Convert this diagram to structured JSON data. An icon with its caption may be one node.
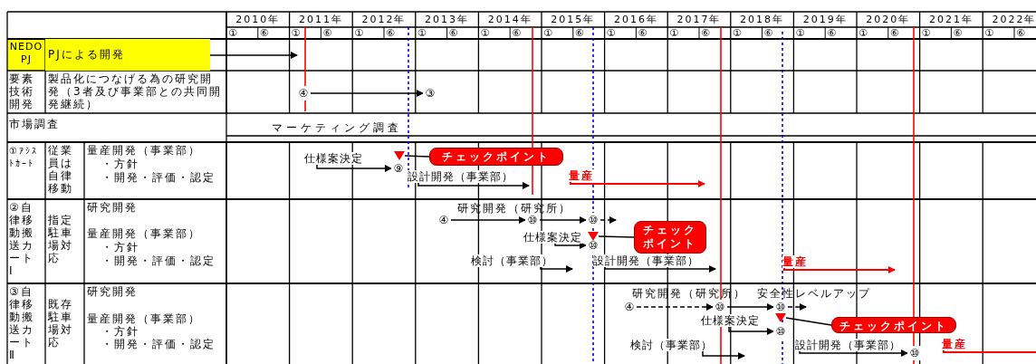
{
  "diagram": {
    "nodes": [
      {
        "text": [
          "PJによる開発"
        ]
      },
      {
        "text": [
          "④"
        ]
      },
      {
        "text": [
          "③"
        ]
      },
      {
        "text": [
          "仕様案決定"
        ]
      },
      {
        "text": [
          "⑨"
        ]
      },
      {
        "text": [],
        "shape": "triangle"
      },
      {
        "text": [
          "チェックポイント"
        ]
      },
      {
        "text": [
          "設計開発（事業部）"
        ]
      },
      {
        "text": [
          "量産"
        ]
      },
      {
        "text": [
          "④"
        ]
      },
      {
        "text": [
          "⑩"
        ]
      },
      {
        "text": [
          "⑩"
        ]
      },
      {
        "text": [
          "仕様案決定"
        ]
      },
      {
        "text": [
          "⑩"
        ]
      },
      {
        "text": [],
        "shape": "triangle"
      },
      {
        "text": [
          "チェックポイント"
        ]
      },
      {
        "text": [
          "検討（事業部）"
        ]
      },
      {
        "text": [
          "設計開発（事業部）"
        ]
      },
      {
        "text": [
          "量産"
        ]
      },
      {
        "text": [
          "④"
        ]
      },
      {
        "text": [
          "⑩"
        ]
      },
      {
        "text": [
          "⑩"
        ]
      },
      {
        "text": [
          "仕様案決定"
        ]
      },
      {
        "text": [
          "⑩"
        ]
      },
      {
        "text": [],
        "shape": "triangle"
      },
      {
        "text": [
          "チェックポイント"
        ]
      },
      {
        "text": [
          "検討（事業部）"
        ]
      },
      {
        "text": [
          "設計開発（事業部）"
        ]
      },
      {
        "text": [
          "⑩"
        ]
      },
      {
        "text": [
          "量産"
        ]
      }
    ],
    "edges": [
      {
        "from": 0,
        "to": null,
        "arrow": "to"
      },
      {
        "from": 1,
        "to": 2,
        "arrow": "to"
      },
      {
        "from": 3,
        "to": 4,
        "arrow": "to"
      },
      {
        "from": 6,
        "to": 5,
        "arrow": "none"
      },
      {
        "from": 7,
        "to": null,
        "arrow": "to"
      },
      {
        "from": 8,
        "to": null,
        "arrow": "to",
        "color": "#ff0000"
      },
      {
        "from": 9,
        "to": 10,
        "arrow": "to",
        "label": "研究開発（研究所）"
      },
      {
        "from": 10,
        "to": 11,
        "arrow": "to"
      },
      {
        "from": 11,
        "to": null,
        "arrow": "to",
        "style": "dashed"
      },
      {
        "from": 12,
        "to": 13,
        "arrow": "to"
      },
      {
        "from": 15,
        "to": 14,
        "arrow": "none"
      },
      {
        "from": 16,
        "to": null,
        "arrow": "to"
      },
      {
        "from": 17,
        "to": null,
        "arrow": "to"
      },
      {
        "from": 18,
        "to": null,
        "arrow": "to",
        "color": "#ff0000"
      },
      {
        "from": 19,
        "to": 20,
        "arrow": "to",
        "style": "dashed",
        "label": "研究開発（研究所）"
      },
      {
        "from": 20,
        "to": 21,
        "arrow": "to",
        "label": "安全性レベルアップ"
      },
      {
        "from": 21,
        "to": null,
        "arrow": "to",
        "style": "dashed"
      },
      {
        "from": 22,
        "to": 23,
        "arrow": "to"
      },
      {
        "from": 25,
        "to": 24,
        "arrow": "none"
      },
      {
        "from": 26,
        "to": null,
        "arrow": "to"
      },
      {
        "from": 27,
        "to": 28,
        "arrow": "to"
      },
      {
        "from": 29,
        "to": null,
        "arrow": "none",
        "color": "#ff0000"
      }
    ],
    "labels": [
      "2010年",
      "2011年",
      "2012年",
      "2013年",
      "2014年",
      "2015年",
      "2016年",
      "2017年",
      "2018年",
      "2019年",
      "2020年",
      "2021年",
      "2022年",
      "①",
      "⑥",
      "①",
      "⑥",
      "①",
      "⑥",
      "①",
      "⑥",
      "①",
      "⑥",
      "①",
      "⑥",
      "①",
      "⑥",
      "①",
      "⑥",
      "①",
      "⑥",
      "①",
      "⑥",
      "①",
      "⑥",
      "①",
      "⑥",
      "①",
      "⑥",
      "NEDO PJ",
      "要素技術開発",
      "製品化につなげる為の研究開発（3者及び事業部との共同開発継続）",
      "市場調査",
      "マーケティング調査",
      "①ｱｼｽﾄｶｰﾄ",
      "従業員は自律移動",
      "量産開発（事業部）",
      "・方針",
      "・開発・評価・認定",
      "②自律移動搬送カートⅠ",
      "指定駐車場対応",
      "研究開発",
      "量産開発（事業部）",
      "・方針",
      "・開発・評価・認定",
      "③自律移動搬送カートⅡ",
      "既存駐車場対応",
      "研究開発",
      "量産開発（事業部）",
      "・方針",
      "・開発・評価・認定"
    ]
  }
}
